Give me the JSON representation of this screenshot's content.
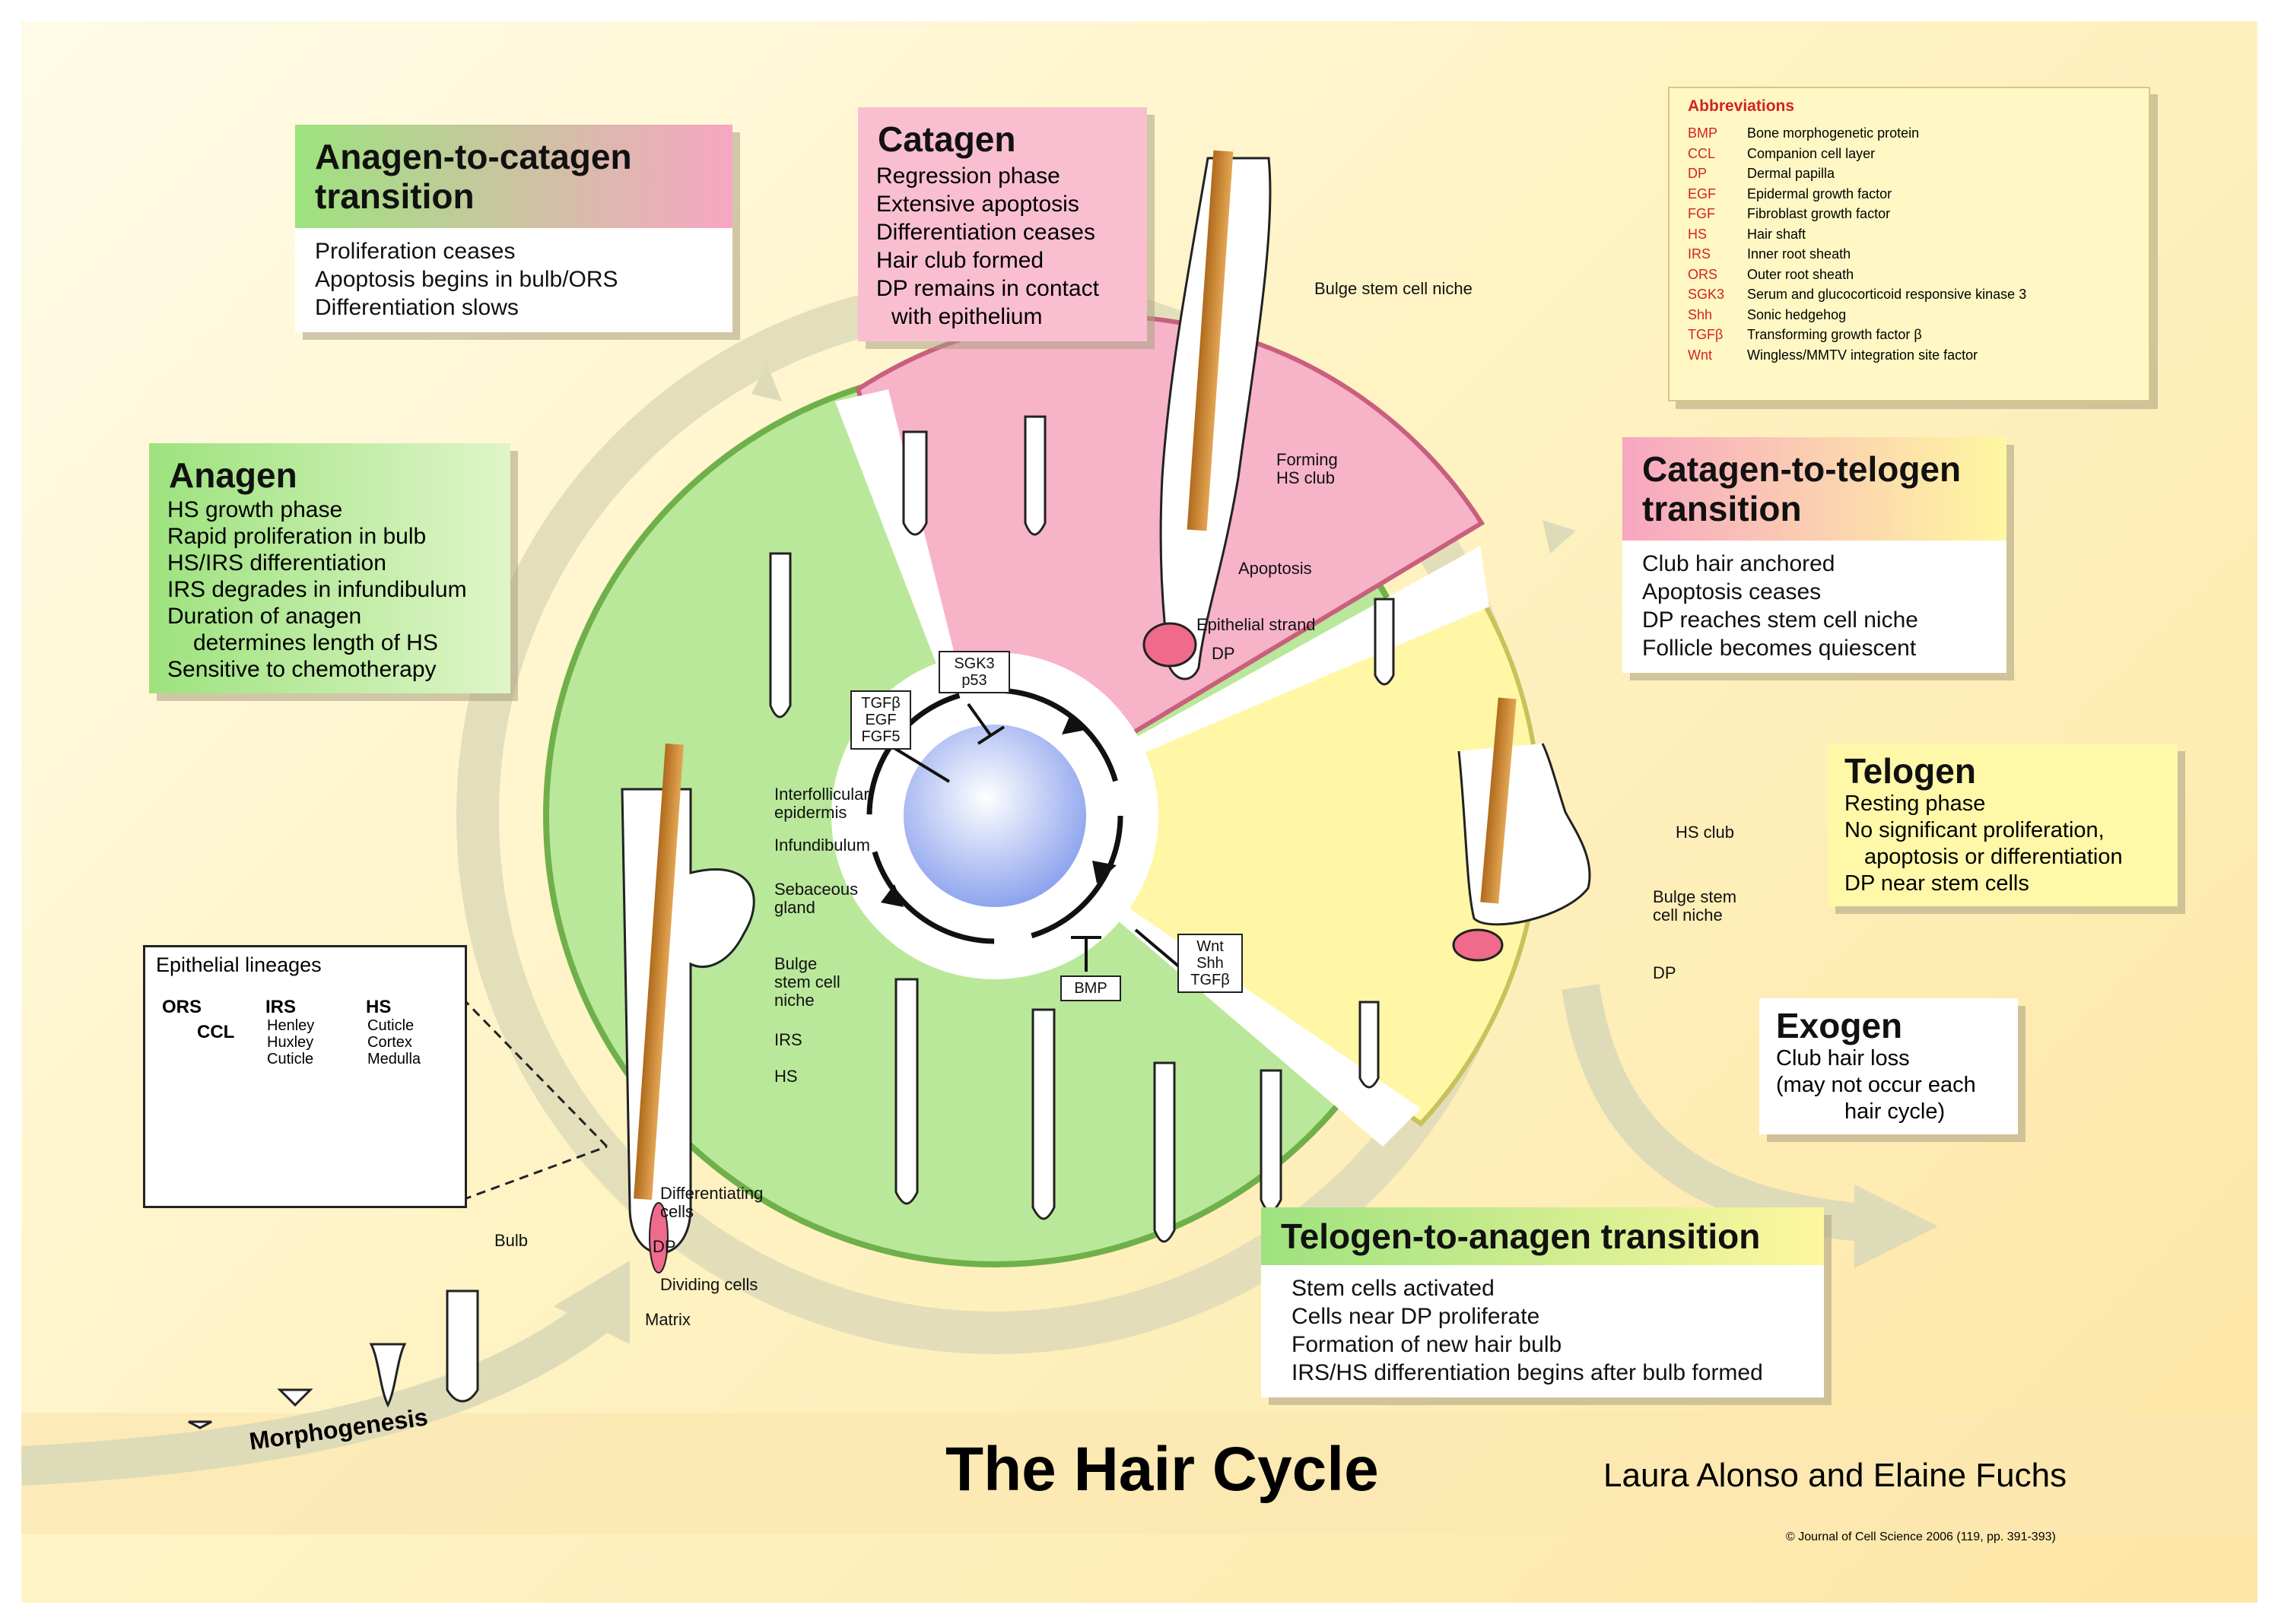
{
  "title": "The Hair Cycle",
  "authors": "Laura Alonso and Elaine Fuchs",
  "credit": "© Journal of Cell Science 2006 (119, pp. 391-393)",
  "morphogenesis_label": "Morphogenesis",
  "phases": {
    "anagen_to_catagen": {
      "title_line1": "Anagen-to-catagen",
      "title_line2": "transition",
      "lines": [
        "Proliferation ceases",
        "Apoptosis begins in bulb/ORS",
        "Differentiation slows"
      ]
    },
    "catagen": {
      "title": "Catagen",
      "lines": [
        "Regression phase",
        "Extensive apoptosis",
        "Differentiation ceases",
        "Hair club formed",
        "DP remains in contact",
        "with epithelium"
      ]
    },
    "anagen": {
      "title": "Anagen",
      "lines": [
        "HS growth phase",
        "Rapid proliferation in bulb",
        "HS/IRS differentiation",
        "IRS degrades in infundibulum",
        "Duration of anagen",
        "determines length of HS",
        "Sensitive to chemotherapy"
      ]
    },
    "catagen_to_telogen": {
      "title_line1": "Catagen-to-telogen",
      "title_line2": "transition",
      "lines": [
        "Club hair anchored",
        "Apoptosis ceases",
        "DP reaches stem cell niche",
        "Follicle becomes quiescent"
      ]
    },
    "telogen": {
      "title": "Telogen",
      "lines": [
        "Resting phase",
        "No significant proliferation,",
        "apoptosis or differentiation",
        "DP near stem cells"
      ]
    },
    "exogen": {
      "title": "Exogen",
      "lines": [
        "Club hair loss",
        "(may not occur each",
        "hair cycle)"
      ]
    },
    "telogen_to_anagen": {
      "title": "Telogen-to-anagen transition",
      "lines": [
        "Stem cells activated",
        "Cells near DP proliferate",
        "Formation of new hair bulb",
        "IRS/HS differentiation begins after bulb formed"
      ]
    }
  },
  "abbreviations": {
    "title": "Abbreviations",
    "items": [
      {
        "abbr": "BMP",
        "full": "Bone morphogenetic protein"
      },
      {
        "abbr": "CCL",
        "full": "Companion cell layer"
      },
      {
        "abbr": "DP",
        "full": "Dermal papilla"
      },
      {
        "abbr": "EGF",
        "full": "Epidermal growth factor"
      },
      {
        "abbr": "FGF",
        "full": "Fibroblast growth factor"
      },
      {
        "abbr": "HS",
        "full": "Hair shaft"
      },
      {
        "abbr": "IRS",
        "full": "Inner root sheath"
      },
      {
        "abbr": "ORS",
        "full": "Outer root sheath"
      },
      {
        "abbr": "SGK3",
        "full": "Serum and glucocorticoid responsive kinase 3"
      },
      {
        "abbr": "Shh",
        "full": "Sonic hedgehog"
      },
      {
        "abbr": "TGFβ",
        "full": "Transforming growth factor β"
      },
      {
        "abbr": "Wnt",
        "full": "Wingless/MMTV integration site factor"
      }
    ]
  },
  "signals": {
    "sgk3": [
      "SGK3",
      "p53"
    ],
    "tgfb": [
      "TGFβ",
      "EGF",
      "FGF5"
    ],
    "bmp": [
      "BMP"
    ],
    "wnt": [
      "Wnt",
      "Shh",
      "TGFβ"
    ]
  },
  "catagen_labels": {
    "bulge": "Bulge stem cell niche",
    "forming1": "Forming",
    "forming2": "HS club",
    "apoptosis": "Apoptosis",
    "strand": "Epithelial strand",
    "dp": "DP"
  },
  "telogen_labels": {
    "club": "HS club",
    "bulge1": "Bulge stem",
    "bulge2": "cell niche",
    "dp": "DP"
  },
  "anagen_labels": {
    "epi1": "Interfollicular",
    "epi2": "epidermis",
    "infund": "Infundibulum",
    "seb1": "Sebaceous",
    "seb2": "gland",
    "bulge1": "Bulge",
    "bulge2": "stem cell",
    "bulge3": "niche",
    "irs": "IRS",
    "hs": "HS",
    "diff1": "Differentiating",
    "diff2": "cells",
    "bulb": "Bulb",
    "dp": "DP",
    "dividing": "Dividing cells",
    "matrix": "Matrix"
  },
  "lineages": {
    "title": "Epithelial lineages",
    "ors": "ORS",
    "ccl": "CCL",
    "irs": "IRS",
    "irs_items": [
      "Henley",
      "Huxley",
      "Cuticle"
    ],
    "hs": "HS",
    "hs_items": [
      "Cuticle",
      "Cortex",
      "Medulla"
    ]
  },
  "colors": {
    "anagen": "#b9e89a",
    "catagen": "#f7b3c8",
    "telogen": "#fff7a6",
    "abbr": "#d32222"
  }
}
